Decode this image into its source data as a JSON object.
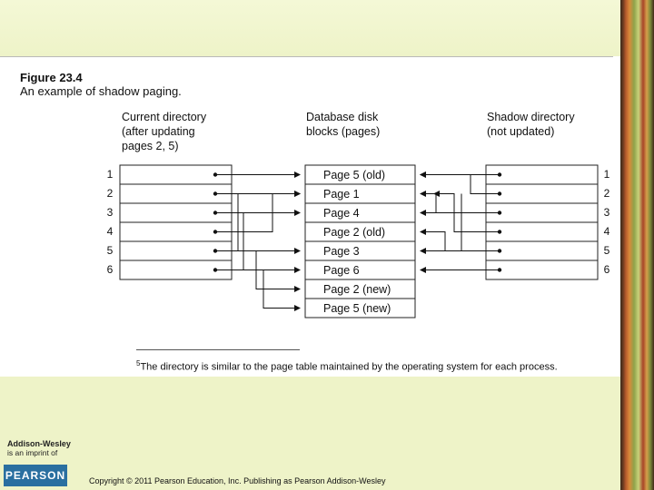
{
  "figure": {
    "title": "Figure 23.4",
    "caption": "An example of shadow paging."
  },
  "headers": {
    "current": "Current directory\n(after updating\npages 2, 5)",
    "disk": "Database disk\nblocks (pages)",
    "shadow": "Shadow directory\n(not updated)"
  },
  "row_numbers": [
    "1",
    "2",
    "3",
    "4",
    "5",
    "6"
  ],
  "disk_blocks": [
    "Page 5 (old)",
    "Page 1",
    "Page 4",
    "Page 2 (old)",
    "Page 3",
    "Page 6",
    "Page 2 (new)",
    "Page 5 (new)"
  ],
  "footnote": {
    "mark": "5",
    "text": "The directory is similar to the page table maintained by the operating system for each process."
  },
  "branding": {
    "publisher": "Addison-Wesley",
    "imprint": "is an imprint of",
    "parent": "PEARSON"
  },
  "copyright": "Copyright © 2011 Pearson Education, Inc. Publishing as Pearson Addison-Wesley"
}
